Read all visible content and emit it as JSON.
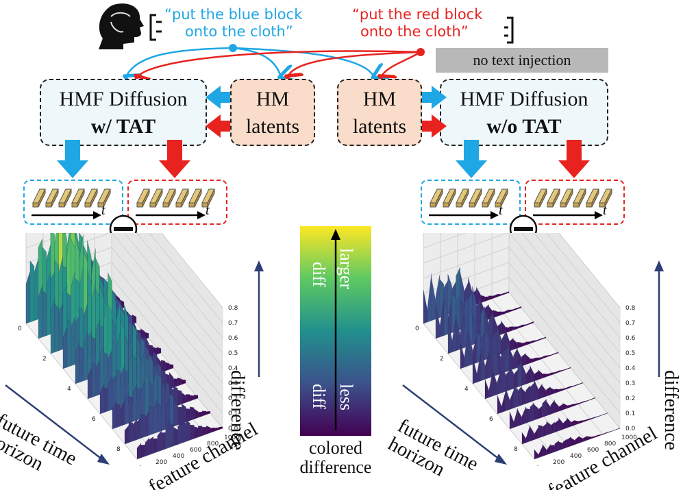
{
  "prompts": {
    "blue": [
      "“put the blue block",
      "onto the cloth”"
    ],
    "red": [
      "“put the red block",
      "onto the cloth”"
    ]
  },
  "no_text_injection": "no text injection",
  "left_model": {
    "line1": "HMF Diffusion",
    "line2": "w/ TAT"
  },
  "right_model": {
    "line1": "HMF Diffusion",
    "line2": "w/o TAT"
  },
  "hm_latents": {
    "line1": "HM",
    "line2": "latents"
  },
  "time_symbol": "t",
  "colorbar": {
    "top_label": "larger",
    "top_label2": "diff",
    "bottom_label": "less",
    "bottom_label2": "diff",
    "caption": [
      "colored",
      "difference"
    ],
    "colormap": "viridis"
  },
  "plots": {
    "z_axis_label": "difference",
    "x_axis_label": [
      "future time",
      "horizon"
    ],
    "y_axis_label": "feature channel",
    "z_ticks": [
      "0.0",
      "0.1",
      "0.2",
      "0.3",
      "0.4",
      "0.5",
      "0.6",
      "0.7",
      "0.8"
    ],
    "x_ticks": [
      "0",
      "2",
      "4",
      "6",
      "8"
    ],
    "y_ticks": [
      "0",
      "200",
      "400",
      "600",
      "800",
      "1000"
    ]
  },
  "colors": {
    "blue": "#1ea7e4",
    "red": "#e8231f",
    "model_fill": "#eef7fa",
    "latent_fill": "#f9dcc9",
    "block_fill": "#e3c77a"
  },
  "chart_data": [
    {
      "type": "surface",
      "title": "",
      "xlabel": "future time horizon",
      "ylabel": "feature channel",
      "zlabel": "difference",
      "xlim": [
        0,
        9
      ],
      "ylim": [
        0,
        1000
      ],
      "zlim": [
        0,
        0.8
      ],
      "profile_by_channel_value": [
        0.35,
        0.45,
        0.4,
        0.5,
        0.55,
        0.5,
        0.62,
        0.58,
        0.8,
        0.7,
        0.55,
        0.75,
        0.65,
        0.5,
        0.45,
        0.35,
        0.3,
        0.25,
        0.15,
        0.12,
        0.08,
        0.05
      ]
    },
    {
      "type": "surface",
      "title": "",
      "xlabel": "future time horizon",
      "ylabel": "feature channel",
      "zlabel": "difference",
      "xlim": [
        0,
        9
      ],
      "ylim": [
        0,
        1000
      ],
      "zlim": [
        0,
        0.8
      ],
      "profile_by_channel_value": [
        0.3,
        0.1,
        0.35,
        0.15,
        0.3,
        0.25,
        0.3,
        0.2,
        0.25,
        0.3,
        0.15,
        0.22,
        0.1,
        0.12,
        0.06,
        0.04,
        0.03,
        0.02,
        0.02,
        0.01,
        0.01,
        0.01
      ]
    }
  ]
}
